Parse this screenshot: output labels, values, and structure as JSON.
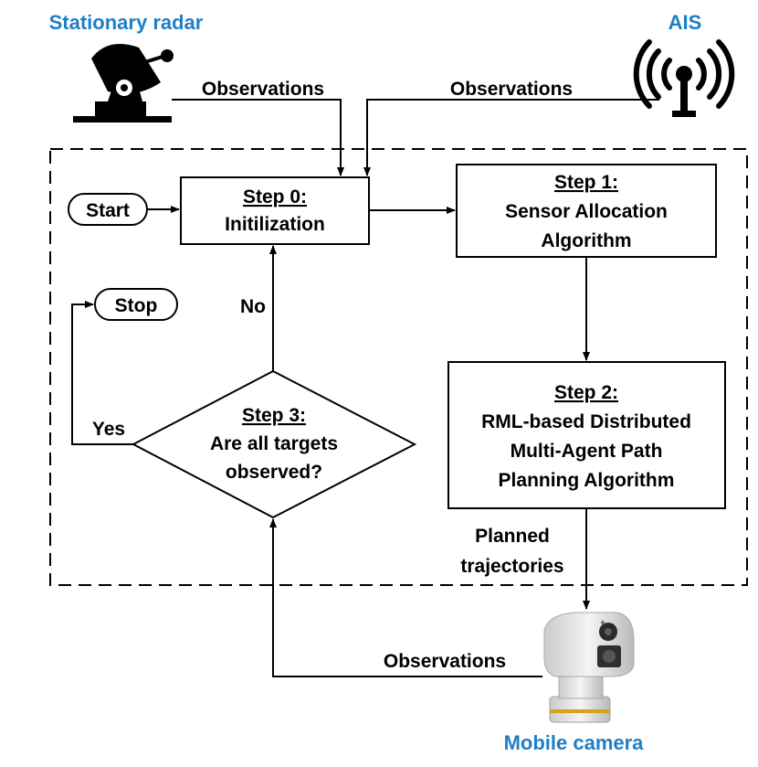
{
  "sources": {
    "radar": "Stationary radar",
    "ais": "AIS",
    "camera": "Mobile camera"
  },
  "labels": {
    "obs_radar": "Observations",
    "obs_ais": "Observations",
    "obs_camera": "Observations",
    "planned_line1": "Planned",
    "planned_line2": "trajectories",
    "no": "No",
    "yes": "Yes"
  },
  "terminals": {
    "start": "Start",
    "stop": "Stop"
  },
  "steps": {
    "step0": {
      "title": "Step 0:",
      "line1": "Initilization"
    },
    "step1": {
      "title": "Step 1:",
      "line1": "Sensor Allocation",
      "line2": "Algorithm"
    },
    "step2": {
      "title": "Step 2:",
      "line1": "RML-based Distributed",
      "line2": "Multi-Agent Path",
      "line3": "Planning Algorithm"
    },
    "step3": {
      "title": "Step 3:",
      "line1": "Are all targets",
      "line2": "observed?"
    }
  },
  "colors": {
    "source_label": "#1f7fc4"
  },
  "icons": [
    "radar-dish-icon",
    "antenna-icon",
    "camera-icon"
  ]
}
